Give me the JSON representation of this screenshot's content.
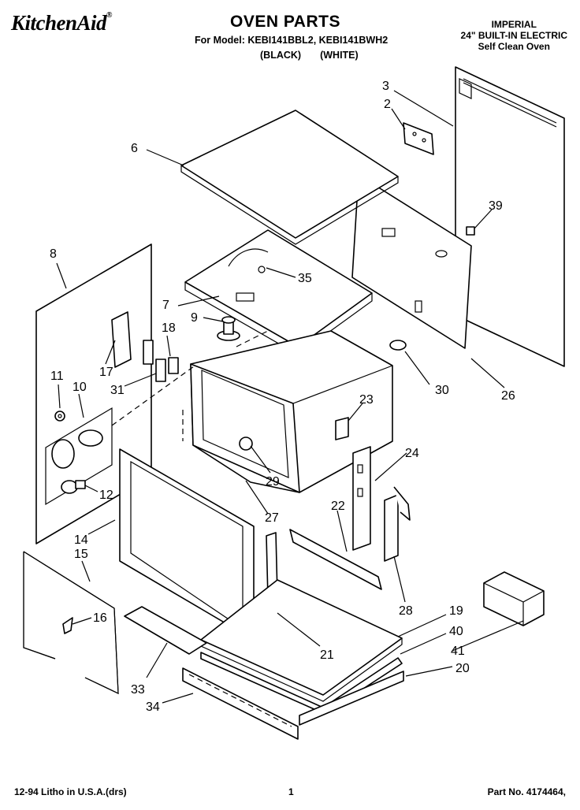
{
  "header": {
    "brand": "KitchenAid",
    "brand_mark": "®",
    "title": "OVEN PARTS",
    "model_line": "For Model: KEBI141BBL2, KEBI141BWH2",
    "color_black": "(BLACK)",
    "color_white": "(WHITE)",
    "product_line1": "IMPERIAL",
    "product_line2": "24\" BUILT-IN ELECTRIC",
    "product_line3": "Self Clean Oven"
  },
  "footer": {
    "left": "12-94 Litho in U.S.A.(drs)",
    "page": "1",
    "part_no": "Part No. 4174464,"
  },
  "callouts": [
    "2",
    "3",
    "6",
    "7",
    "8",
    "9",
    "10",
    "11",
    "12",
    "14",
    "15",
    "16",
    "17",
    "18",
    "19",
    "20",
    "21",
    "22",
    "23",
    "24",
    "26",
    "27",
    "28",
    "29",
    "30",
    "31",
    "33",
    "34",
    "35",
    "39",
    "40",
    "41"
  ]
}
